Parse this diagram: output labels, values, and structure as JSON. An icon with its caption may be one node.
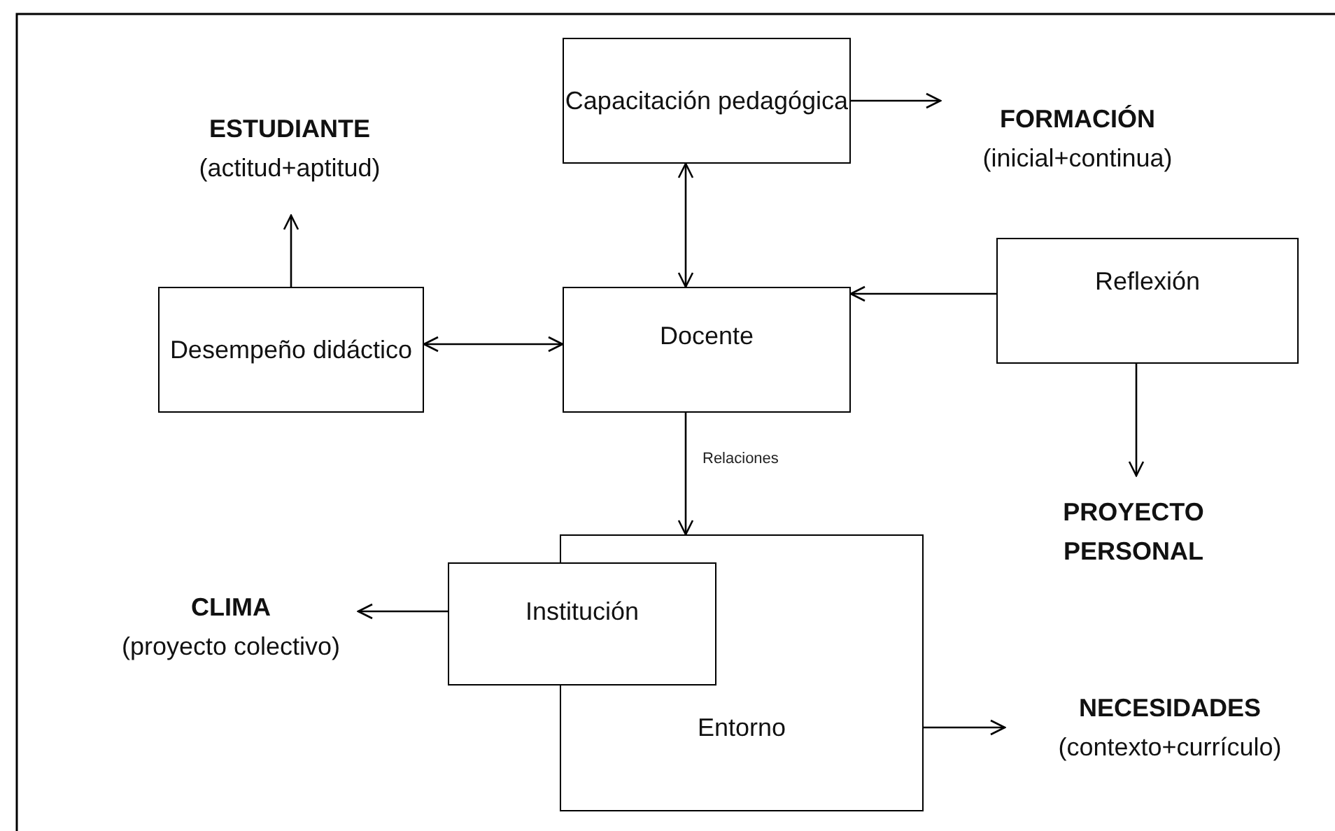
{
  "diagram": {
    "nodes": [
      {
        "text": [
          "Capacitación pedagógica"
        ]
      },
      {
        "text": [
          "FORMACIÓN",
          "(inicial+continua)"
        ]
      },
      {
        "text": [
          "ESTUDIANTE",
          "(actitud+aptitud)"
        ]
      },
      {
        "text": [
          "Desempeño didáctico"
        ]
      },
      {
        "text": [
          "Docente"
        ]
      },
      {
        "text": [
          "Reflexión"
        ]
      },
      {
        "text": [
          "PROYECTO PERSONAL"
        ]
      },
      {
        "text": [
          "Entorno"
        ]
      },
      {
        "text": [
          "Institución"
        ]
      },
      {
        "text": [
          "CLIMA",
          "(proyecto colectivo)"
        ]
      },
      {
        "text": [
          "NECESIDADES",
          "(contexto+currículo)"
        ]
      }
    ],
    "edges": [
      {
        "from": 0,
        "to": 1,
        "arrow": "to"
      },
      {
        "from": 3,
        "to": 2,
        "arrow": "to"
      },
      {
        "from": 0,
        "to": 4,
        "arrow": "both"
      },
      {
        "from": 3,
        "to": 4,
        "arrow": "both"
      },
      {
        "from": 5,
        "to": 4,
        "arrow": "to"
      },
      {
        "from": 5,
        "to": 6,
        "arrow": "to"
      },
      {
        "from": 4,
        "to": 7,
        "arrow": "to",
        "label": "Relaciones"
      },
      {
        "from": 8,
        "to": 9,
        "arrow": "to"
      },
      {
        "from": 7,
        "to": 10,
        "arrow": "to"
      }
    ]
  }
}
